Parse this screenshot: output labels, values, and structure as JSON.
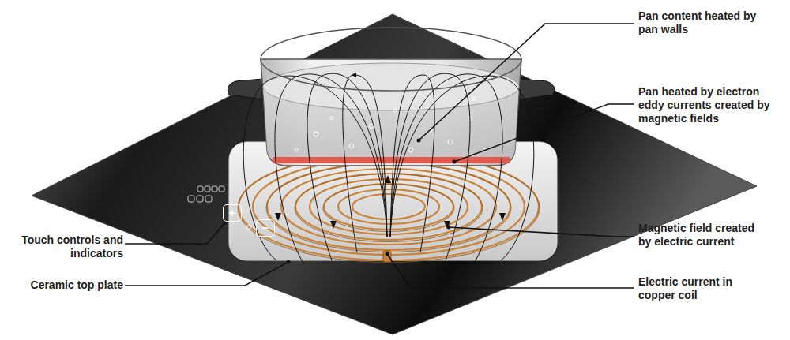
{
  "diagram": {
    "nodes": [
      {
        "text": [
          "+"
        ]
      },
      {
        "text": [
          "−"
        ]
      }
    ],
    "labels": [
      "Pan content heated by pan walls",
      "Pan heated by electron eddy currents created by magnetic fields",
      "Magnetic field created by electric current",
      "Electric current in copper coil",
      "Touch controls and indicators",
      "Ceramic top plate"
    ]
  }
}
